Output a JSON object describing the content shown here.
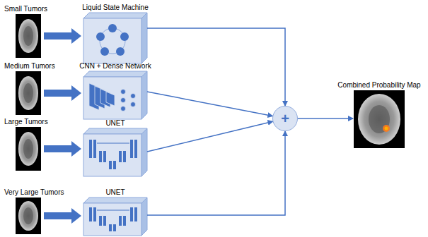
{
  "diagram": {
    "nodes": [
      {
        "text": [
          "Small Tumors"
        ]
      },
      {
        "text": [
          "Liquid State Machine"
        ]
      },
      {
        "text": [
          "Medium Tumors"
        ]
      },
      {
        "text": [
          "CNN + Dense Network"
        ]
      },
      {
        "text": [
          "Large Tumors"
        ]
      },
      {
        "text": [
          "UNET"
        ]
      },
      {
        "text": [
          "Very Large Tumors"
        ]
      },
      {
        "text": [
          "UNET"
        ]
      },
      {
        "text": [
          "+"
        ]
      },
      {
        "text": [
          "Combined Probability Map"
        ]
      }
    ],
    "edges": [
      {
        "from": 0,
        "to": 1,
        "arrow": "to"
      },
      {
        "from": 2,
        "to": 3,
        "arrow": "to"
      },
      {
        "from": 4,
        "to": 5,
        "arrow": "to"
      },
      {
        "from": 6,
        "to": 7,
        "arrow": "to"
      },
      {
        "from": 1,
        "to": 8,
        "arrow": "to"
      },
      {
        "from": 3,
        "to": 8,
        "arrow": "to"
      },
      {
        "from": 5,
        "to": 8,
        "arrow": "to"
      },
      {
        "from": 7,
        "to": 8,
        "arrow": "to"
      },
      {
        "from": 8,
        "to": 9,
        "arrow": "to"
      }
    ]
  }
}
